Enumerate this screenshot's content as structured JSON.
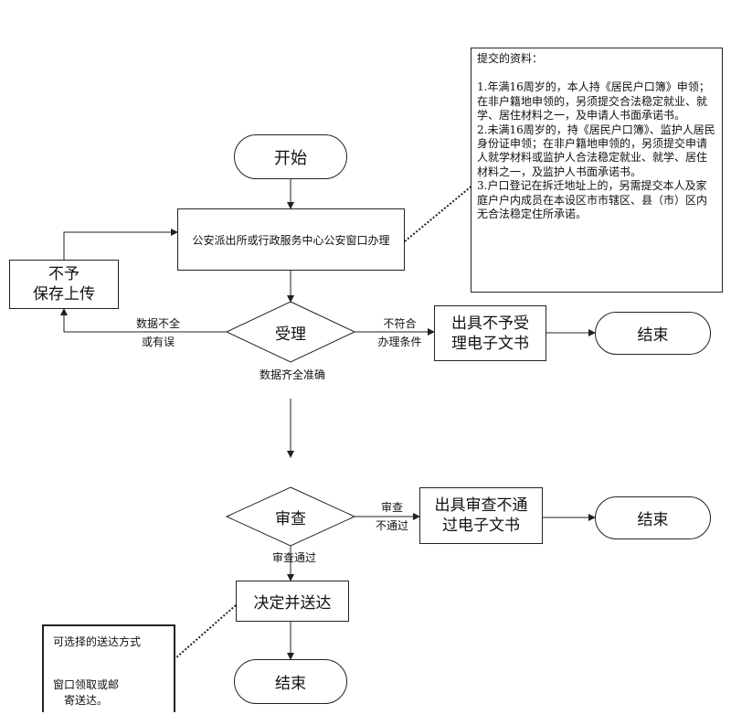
{
  "nodes": {
    "start": "开始",
    "window": "公安派出所或行政服务中心公安窗口办理",
    "accept": "受理",
    "reject_save": [
      "不予",
      "保存上传"
    ],
    "no_accept_doc": [
      "出具不予受",
      "理电子文书"
    ],
    "end1": "结束",
    "review": "审查",
    "review_fail_doc": [
      "出具审查不通",
      "过电子文书"
    ],
    "end2": "结束",
    "decide": "决定并送达",
    "end3": "结束"
  },
  "labels": {
    "data_incomplete": [
      "数据不全",
      "或有误"
    ],
    "not_eligible": [
      "不符合",
      "办理条件"
    ],
    "data_complete": "数据齐全准确",
    "review_fail": [
      "审查",
      "不通过"
    ],
    "review_pass": "审查通过"
  },
  "materials_note": {
    "title": "提交的资料：",
    "items": [
      "1.年满16周岁的，本人持《居民户口簿》申领；在非户籍地申领的，另须提交合法稳定就业、就学、居住材料之一，及申请人书面承诺书。",
      "2.未满16周岁的，持《居民户口簿》、监护人居民身份证申领；在非户籍地申领的，另须提交申请人就学材料或监护人合法稳定就业、就学、居住材料之一，及监护人书面承诺书。",
      "3.户口登记在拆迁地址上的，另需提交本人及家庭户户内成员在本设区市市辖区、县（市）区内无合法稳定住所承诺。"
    ]
  },
  "delivery_note": {
    "title": "可选择的送达方式",
    "method": [
      "窗口领取或邮",
      "寄送达。"
    ]
  }
}
